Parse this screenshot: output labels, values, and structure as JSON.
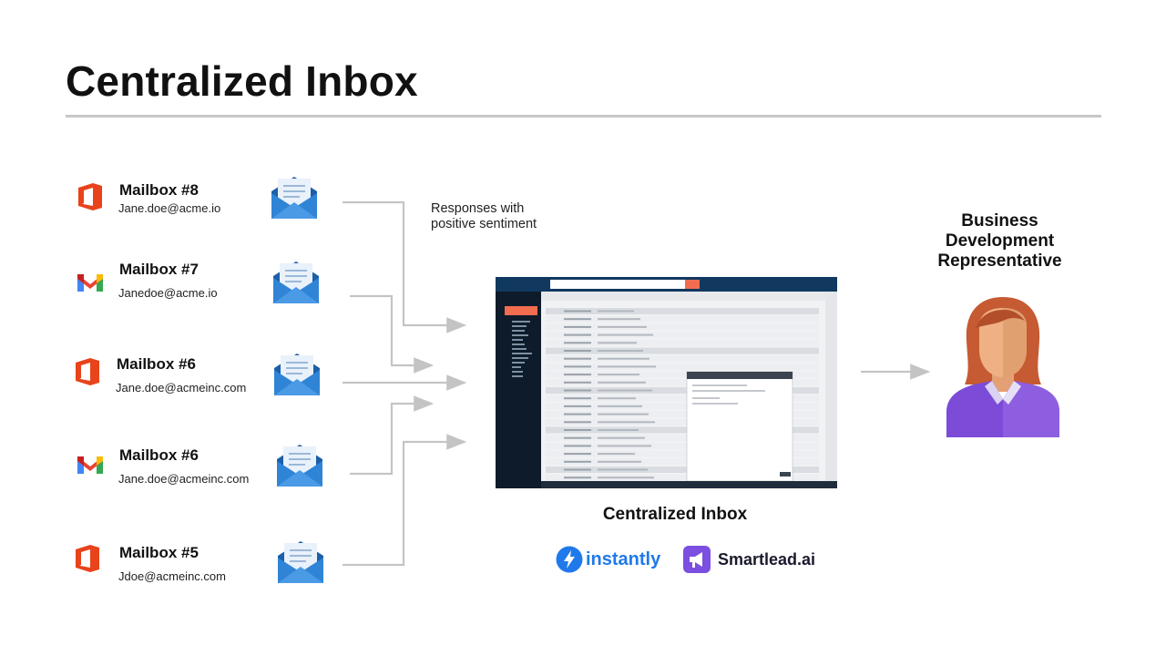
{
  "title": "Centralized Inbox",
  "mailboxes": [
    {
      "name": "Mailbox #8",
      "email": "Jane.doe@acme.io",
      "provider_icon": "office-icon"
    },
    {
      "name": "Mailbox #7",
      "email": "Janedoe@acme.io",
      "provider_icon": "gmail-icon"
    },
    {
      "name": "Mailbox #6",
      "email": "Jane.doe@acmeinc.com",
      "provider_icon": "office-icon"
    },
    {
      "name": "Mailbox #6",
      "email": "Jane.doe@acmeinc.com",
      "provider_icon": "gmail-icon"
    },
    {
      "name": "Mailbox #5",
      "email": "Jdoe@acmeinc.com",
      "provider_icon": "office-icon"
    }
  ],
  "responses_label": "Responses with positive sentiment",
  "inbox_caption": "Centralized Inbox",
  "bdr_label": "Business Development Representative",
  "brands": {
    "instantly": "instantly",
    "smartlead": "Smartlead.ai"
  },
  "colors": {
    "office": "#e8431b",
    "envelope": "#2f84d6",
    "arrow": "#c4c4c4",
    "instantly": "#2079ea",
    "smartlead": "#7b4fe0",
    "person_shirt": "#7c4bd8",
    "person_hair": "#c65a32"
  }
}
